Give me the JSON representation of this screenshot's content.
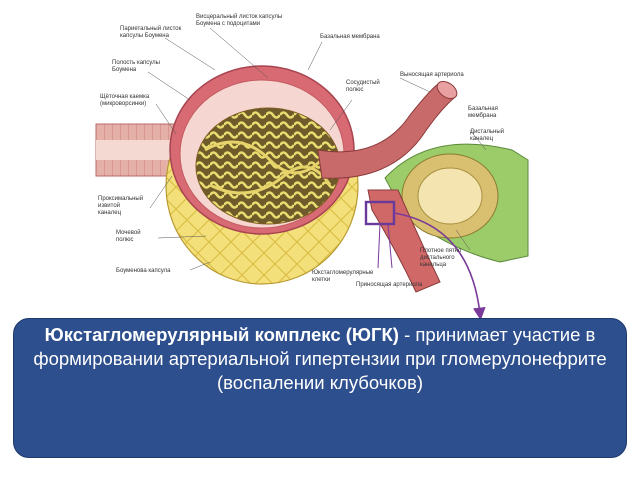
{
  "diagram": {
    "labels": {
      "visceral_layer": "Висцеральный листок капсулы Боумена с подоцитами",
      "parietal_layer": "Париетальный листок капсулы Боумена",
      "basal_membrane_top": "Базальная мембрана",
      "capsule_cavity": "Полость капсулы Боумена",
      "vascular_pole": "Сосудистый полюс",
      "efferent_arteriole": "Выносящая артериола",
      "brush_border": "Щёточная каемка (микроворсинки)",
      "basal_membrane_right": "Базальная мембрана",
      "distal_tubule": "Дистальный каналец",
      "proximal_tubule": "Проксимальный извитой каналец",
      "urinary_pole": "Мочевой полюс",
      "macula_densa": "Плотное пятно дистального канальца",
      "bowman_capsule": "Боуменова капсула",
      "juxtaglomerular_cells": "Юкстагломерулярные клетки",
      "afferent_arteriole": "Приносящая артериола"
    }
  },
  "callout": {
    "title": "Юкстагломерулярный комплекс (ЮГК)",
    "title_suffix": " -",
    "body": "принимает участие в формировании артериальной гипертензии при гломерулонефрите (воспалении клубочков)"
  },
  "colors": {
    "callout_fill": "#2d4f8e",
    "arrow": "#7a3a9a",
    "capsule_outer": "#f2dc6a",
    "glomerulus": "#c8b84a",
    "arteriole": "#c86a6a",
    "distal_tubule": "#9ccc6a"
  }
}
